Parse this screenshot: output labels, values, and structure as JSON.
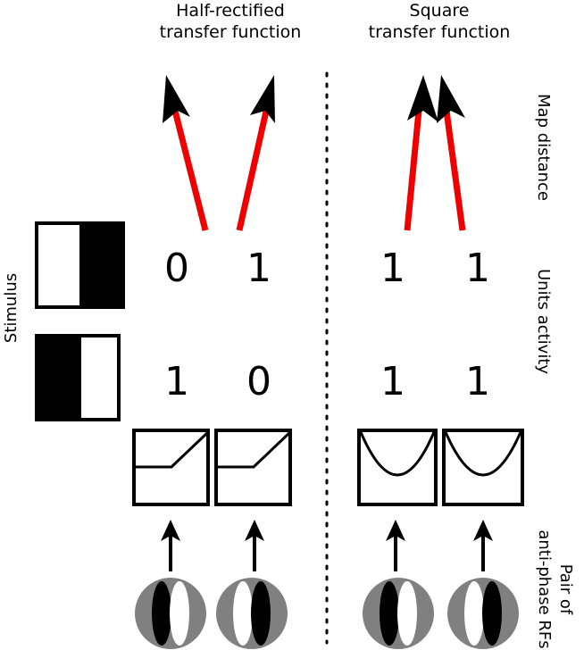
{
  "titles": {
    "left": [
      "Half-rectified",
      "transfer function"
    ],
    "right": [
      "Square",
      "transfer function"
    ]
  },
  "side_labels": {
    "map_distance": "Map distance",
    "units_activity": "Units activity",
    "pair_rfs": [
      "Pair of",
      "anti-phase RFs"
    ],
    "stimulus": "Stimulus"
  },
  "activity": {
    "stimulus_1": [
      "0",
      "1",
      "1",
      "1"
    ],
    "stimulus_2": [
      "1",
      "0",
      "1",
      "1"
    ]
  },
  "colors": {
    "map_arrow": "#ee0000",
    "rf_disc": "#808080",
    "ink": "#000000"
  },
  "transfer_functions": [
    "half-rectified",
    "half-rectified",
    "square",
    "square"
  ]
}
